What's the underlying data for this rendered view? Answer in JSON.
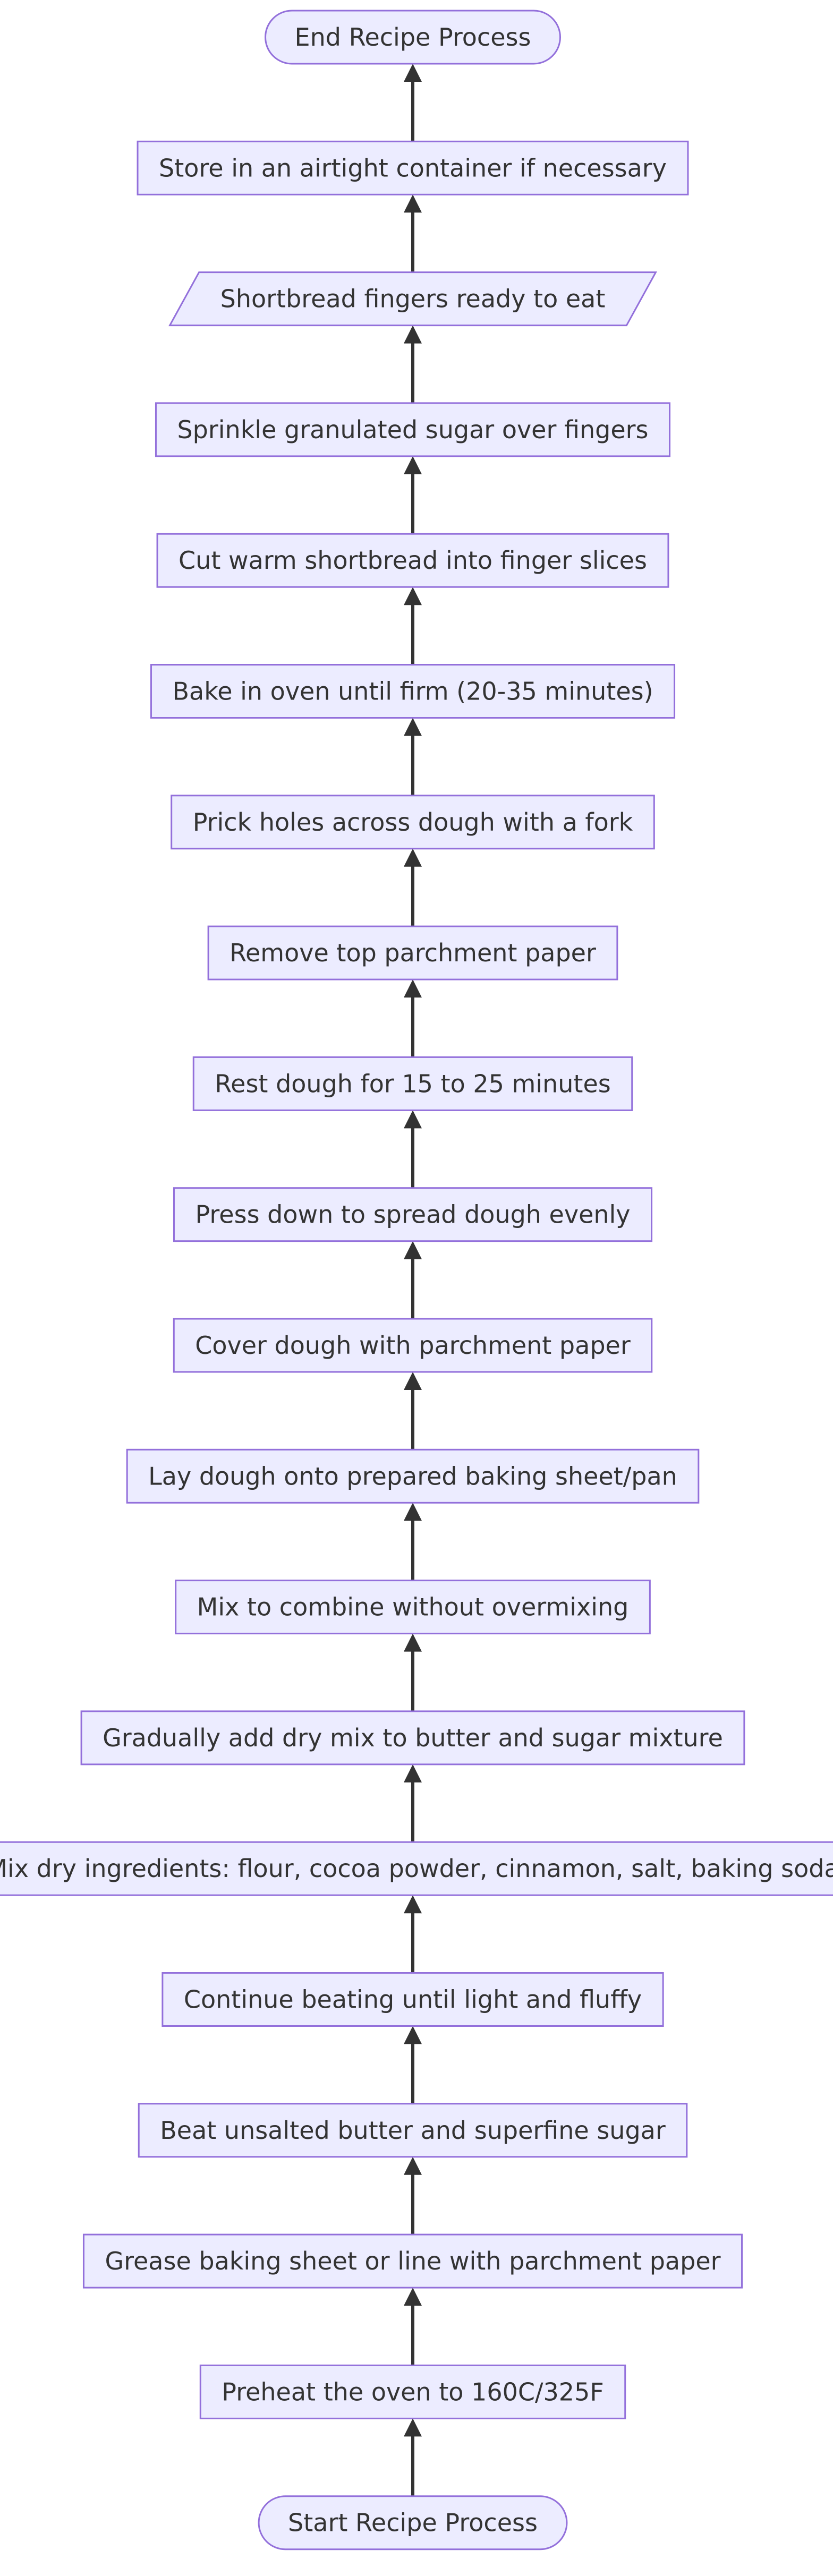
{
  "flowchart": {
    "direction": "bottom-to-top",
    "colors": {
      "node_fill": "#ECECFF",
      "node_border": "#9370DB",
      "text": "#333333",
      "edge": "#333333",
      "background": "#FFFFFF"
    },
    "nodes": [
      {
        "id": "end",
        "shape": "stadium",
        "label": "End Recipe Process"
      },
      {
        "id": "store",
        "shape": "rect",
        "label": "Store in an airtight container if necessary"
      },
      {
        "id": "ready",
        "shape": "parallelogram",
        "label": "Shortbread fingers ready to eat"
      },
      {
        "id": "sprinkle",
        "shape": "rect",
        "label": "Sprinkle granulated sugar over fingers"
      },
      {
        "id": "cut",
        "shape": "rect",
        "label": "Cut warm shortbread into finger slices"
      },
      {
        "id": "bake",
        "shape": "rect",
        "label": "Bake in oven until firm (20-35 minutes)"
      },
      {
        "id": "prick",
        "shape": "rect",
        "label": "Prick holes across dough with a fork"
      },
      {
        "id": "remove",
        "shape": "rect",
        "label": "Remove top parchment paper"
      },
      {
        "id": "rest",
        "shape": "rect",
        "label": "Rest dough for 15 to 25 minutes"
      },
      {
        "id": "press",
        "shape": "rect",
        "label": "Press down to spread dough evenly"
      },
      {
        "id": "cover",
        "shape": "rect",
        "label": "Cover dough with parchment paper"
      },
      {
        "id": "lay",
        "shape": "rect",
        "label": "Lay dough onto prepared baking sheet/pan"
      },
      {
        "id": "mix_combine",
        "shape": "rect",
        "label": "Mix to combine without overmixing"
      },
      {
        "id": "add_dry",
        "shape": "rect",
        "label": "Gradually add dry mix to butter and sugar mixture"
      },
      {
        "id": "mix_dry",
        "shape": "rect",
        "label": "Mix dry ingredients: flour, cocoa powder, cinnamon, salt, baking soda"
      },
      {
        "id": "continue",
        "shape": "rect",
        "label": "Continue beating until light and fluffy"
      },
      {
        "id": "beat",
        "shape": "rect",
        "label": "Beat unsalted butter and superfine sugar"
      },
      {
        "id": "grease",
        "shape": "rect",
        "label": "Grease baking sheet or line with parchment paper"
      },
      {
        "id": "preheat",
        "shape": "rect",
        "label": "Preheat the oven to 160C/325F"
      },
      {
        "id": "start",
        "shape": "stadium",
        "label": "Start Recipe Process"
      }
    ]
  }
}
